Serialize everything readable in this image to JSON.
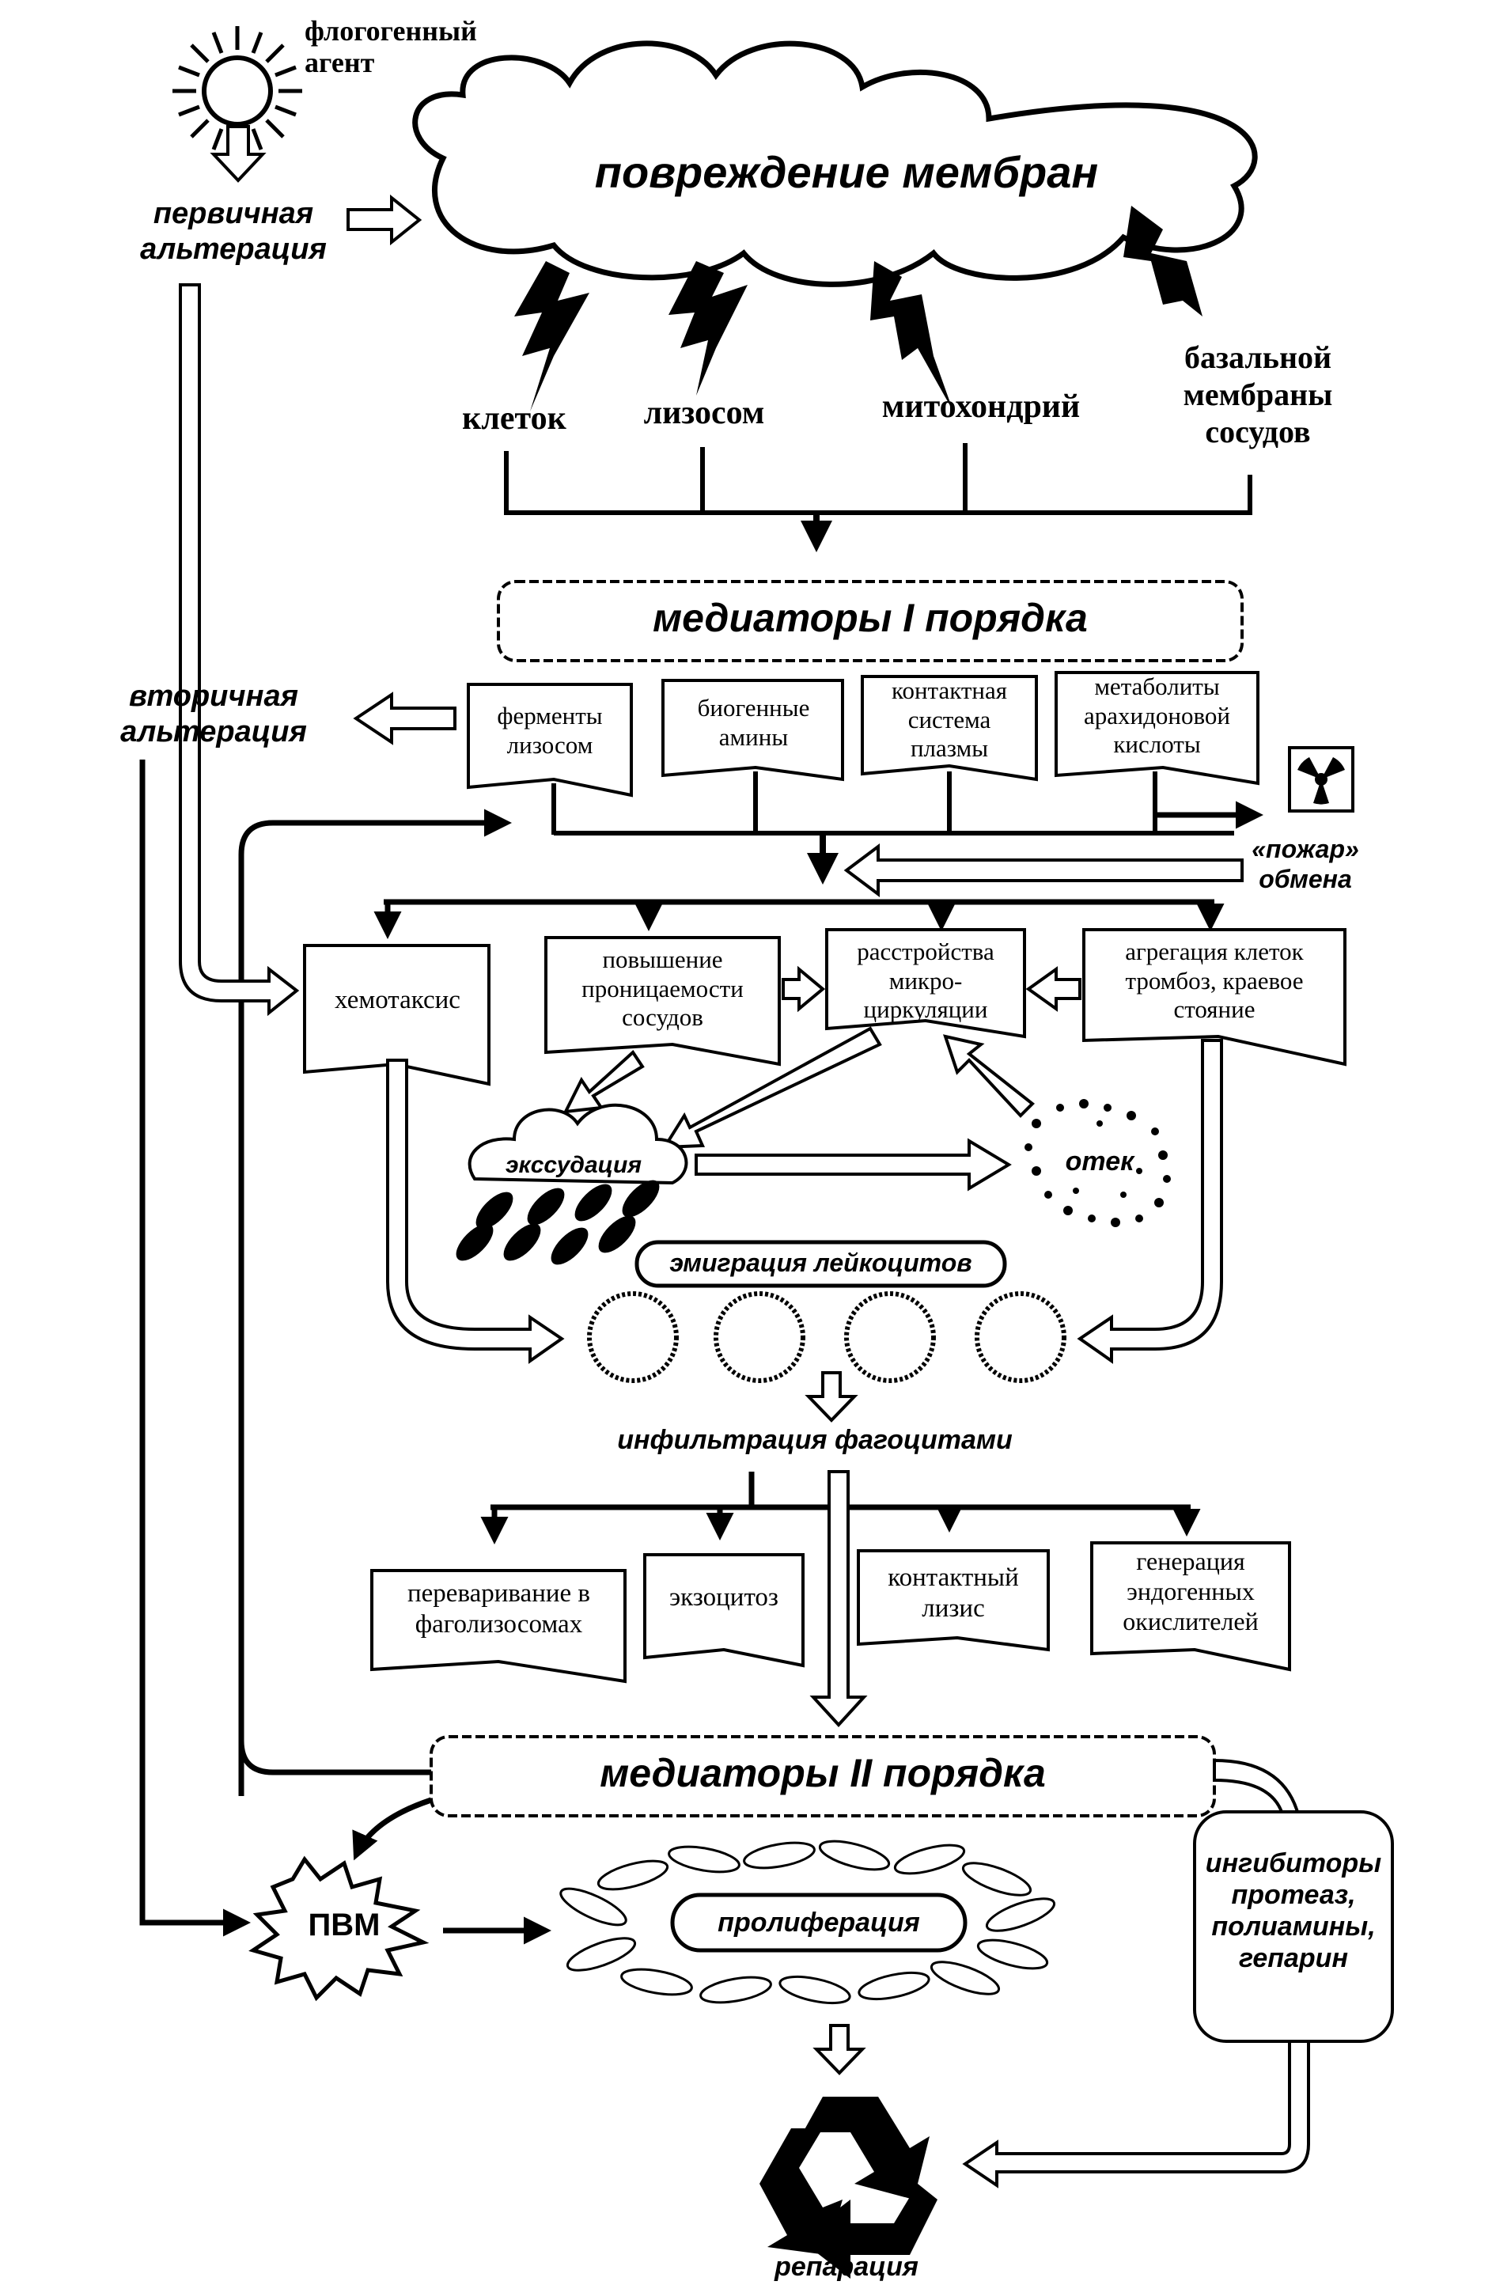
{
  "agent": "флогогенный агент",
  "primary_alteration": "первичная альтерация",
  "membrane_damage": "повреждение мембран",
  "membranes": [
    "клеток",
    "лизосом",
    "митохондрий",
    "базальной мембраны сосудов"
  ],
  "mediators_1": "медиаторы I порядка",
  "secondary_alteration": "вторичная альтерация",
  "mediator_boxes": [
    "ферменты лизосом",
    "биогенные амины",
    "контактная система плазмы",
    "метаболиты арахидоновой кислоты"
  ],
  "metabolic_fire": "«пожар» обмена",
  "process_boxes": [
    "хемотаксис",
    "повышение проницаемости сосудов",
    "расстройства микро-циркуляции",
    "агрегация клеток тромбоз, краевое стояние"
  ],
  "exudation": "экссудация",
  "edema": "отек",
  "emigration": "эмиграция лейкоцитов",
  "infiltration": "инфильтрация фагоцитами",
  "phago_boxes": [
    "переваривание в фаголизосомах",
    "экзоцитоз",
    "контактный лизис",
    "генерация эндогенных окислителей"
  ],
  "mediators_2": "медиаторы II порядка",
  "pvm": "ПВМ",
  "proliferation": "пролиферация",
  "inhibitors": "ингибиторы протеаз, полиамины, гепарин",
  "reparation": "репарация"
}
